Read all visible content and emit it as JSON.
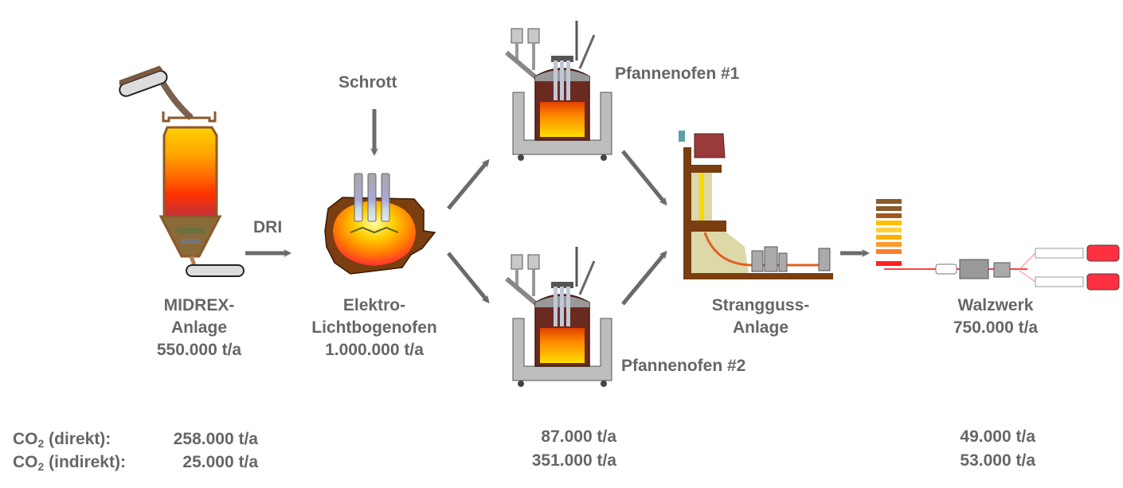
{
  "colors": {
    "text": "#666666",
    "arrow": "#6b6b6b"
  },
  "inputs": {
    "scrap": "Schrott",
    "dri": "DRI"
  },
  "stations": {
    "midrex": {
      "line1": "MIDREX-",
      "line2": "Anlage",
      "capacity": "550.000 t/a",
      "icon": "shaft-furnace-icon"
    },
    "eaf": {
      "line1": "Elektro-",
      "line2": "Lichtbogenofen",
      "capacity": "1.000.000 t/a",
      "icon": "electric-arc-furnace-icon"
    },
    "ladle1": {
      "label": "Pfannenofen #1",
      "icon": "ladle-furnace-icon"
    },
    "ladle2": {
      "label": "Pfannenofen #2",
      "icon": "ladle-furnace-icon"
    },
    "caster": {
      "line1": "Strangguss-",
      "line2": "Anlage",
      "icon": "continuous-caster-icon"
    },
    "rolling": {
      "line1": "Walzwerk",
      "capacity": "750.000 t/a",
      "icon": "rolling-mill-icon"
    }
  },
  "emissions": {
    "direct_label_pre": "CO",
    "direct_label_sub": "2",
    "direct_label_post": " (direkt):",
    "indirect_label_pre": "CO",
    "indirect_label_sub": "2",
    "indirect_label_post": " (indirekt):",
    "midrex": {
      "direct": "258.000 t/a",
      "indirect": "25.000 t/a"
    },
    "ladle": {
      "direct": "87.000 t/a",
      "indirect": "351.000 t/a"
    },
    "rolling": {
      "direct": "49.000 t/a",
      "indirect": "53.000 t/a"
    }
  }
}
